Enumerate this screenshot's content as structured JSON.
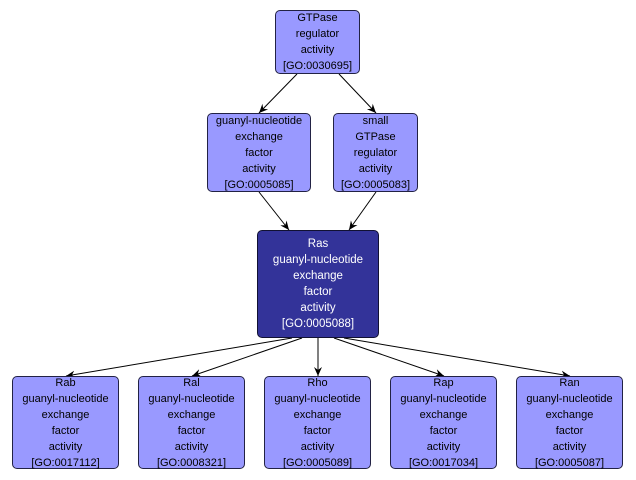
{
  "diagram": {
    "type": "GO term hierarchy",
    "colors": {
      "node_fill": "#9999ff",
      "focus_fill": "#333399",
      "focus_text": "#ffffff",
      "edge": "#000000"
    },
    "nodes": [
      {
        "id": "GO:0030695",
        "lines": [
          "GTPase",
          "regulator",
          "activity",
          "[GO:0030695]"
        ]
      },
      {
        "id": "GO:0005085",
        "lines": [
          "guanyl-nucleotide",
          "exchange",
          "factor",
          "activity",
          "[GO:0005085]"
        ]
      },
      {
        "id": "GO:0005083",
        "lines": [
          "small",
          "GTPase",
          "regulator",
          "activity",
          "[GO:0005083]"
        ]
      },
      {
        "id": "GO:0005088",
        "focus": true,
        "lines": [
          "Ras",
          "guanyl-nucleotide",
          "exchange",
          "factor",
          "activity",
          "[GO:0005088]"
        ]
      },
      {
        "id": "GO:0017112",
        "lines": [
          "Rab",
          "guanyl-nucleotide",
          "exchange",
          "factor",
          "activity",
          "[GO:0017112]"
        ]
      },
      {
        "id": "GO:0008321",
        "lines": [
          "Ral",
          "guanyl-nucleotide",
          "exchange",
          "factor",
          "activity",
          "[GO:0008321]"
        ]
      },
      {
        "id": "GO:0005089",
        "lines": [
          "Rho",
          "guanyl-nucleotide",
          "exchange",
          "factor",
          "activity",
          "[GO:0005089]"
        ]
      },
      {
        "id": "GO:0017034",
        "lines": [
          "Rap",
          "guanyl-nucleotide",
          "exchange",
          "factor",
          "activity",
          "[GO:0017034]"
        ]
      },
      {
        "id": "GO:0005087",
        "lines": [
          "Ran",
          "guanyl-nucleotide",
          "exchange",
          "factor",
          "activity",
          "[GO:0005087]"
        ]
      }
    ],
    "edges": [
      {
        "from": "GO:0030695",
        "to": "GO:0005085"
      },
      {
        "from": "GO:0030695",
        "to": "GO:0005083"
      },
      {
        "from": "GO:0005085",
        "to": "GO:0005088"
      },
      {
        "from": "GO:0005083",
        "to": "GO:0005088"
      },
      {
        "from": "GO:0005088",
        "to": "GO:0017112"
      },
      {
        "from": "GO:0005088",
        "to": "GO:0008321"
      },
      {
        "from": "GO:0005088",
        "to": "GO:0005089"
      },
      {
        "from": "GO:0005088",
        "to": "GO:0017034"
      },
      {
        "from": "GO:0005088",
        "to": "GO:0005087"
      }
    ]
  }
}
